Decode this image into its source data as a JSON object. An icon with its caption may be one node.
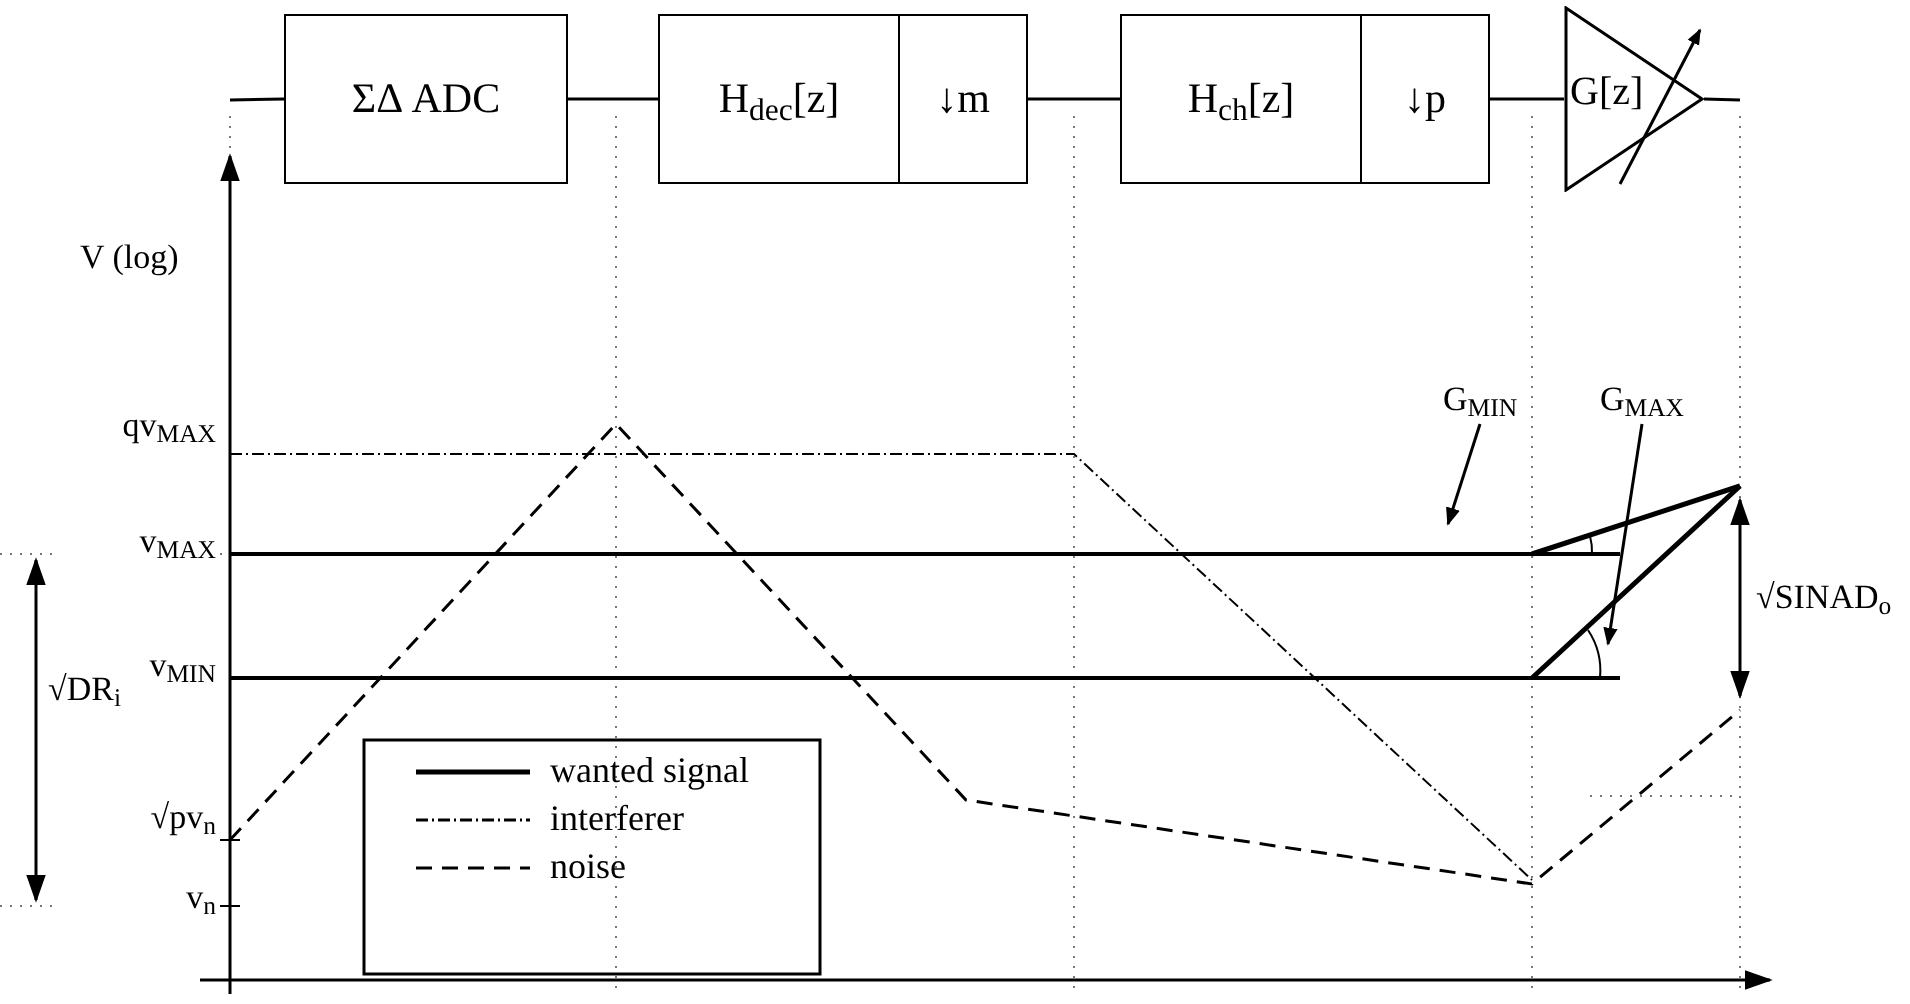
{
  "diagram": {
    "nodes": [
      {
        "text": [
          "ΣΔ ADC"
        ]
      },
      {
        "text": [
          "H$_{dec}$[z]"
        ]
      },
      {
        "text": [
          "↓m"
        ]
      },
      {
        "text": [
          "H$_{ch}$[z]"
        ]
      },
      {
        "text": [
          "↓p"
        ]
      },
      {
        "text": [
          "G[z]"
        ]
      },
      {
        "text": [
          "G$_{MIN}$"
        ]
      },
      {
        "text": [
          "G$_{MAX}$"
        ]
      }
    ],
    "edges": [
      {
        "from": null,
        "to": 0,
        "arrow": "none"
      },
      {
        "from": 0,
        "to": 1,
        "arrow": "none"
      },
      {
        "from": 2,
        "to": 3,
        "arrow": "none"
      },
      {
        "from": 4,
        "to": 5,
        "arrow": "none"
      },
      {
        "from": 5,
        "to": null,
        "arrow": "none"
      },
      {
        "from": 6,
        "to": null,
        "arrow": "to"
      },
      {
        "from": 7,
        "to": null,
        "arrow": "to"
      }
    ],
    "labels": [
      "V (log)",
      "qv$_{MAX}$",
      "v$_{MAX}$",
      "v$_{MIN}$",
      "√DR$_{i}$",
      "√pv$_{n}$",
      "v$_{n}$",
      "√SINAD$_{o}$"
    ],
    "legend": [
      {
        "text": "wanted signal"
      },
      {
        "text": "interferer"
      },
      {
        "text": "noise"
      }
    ]
  }
}
